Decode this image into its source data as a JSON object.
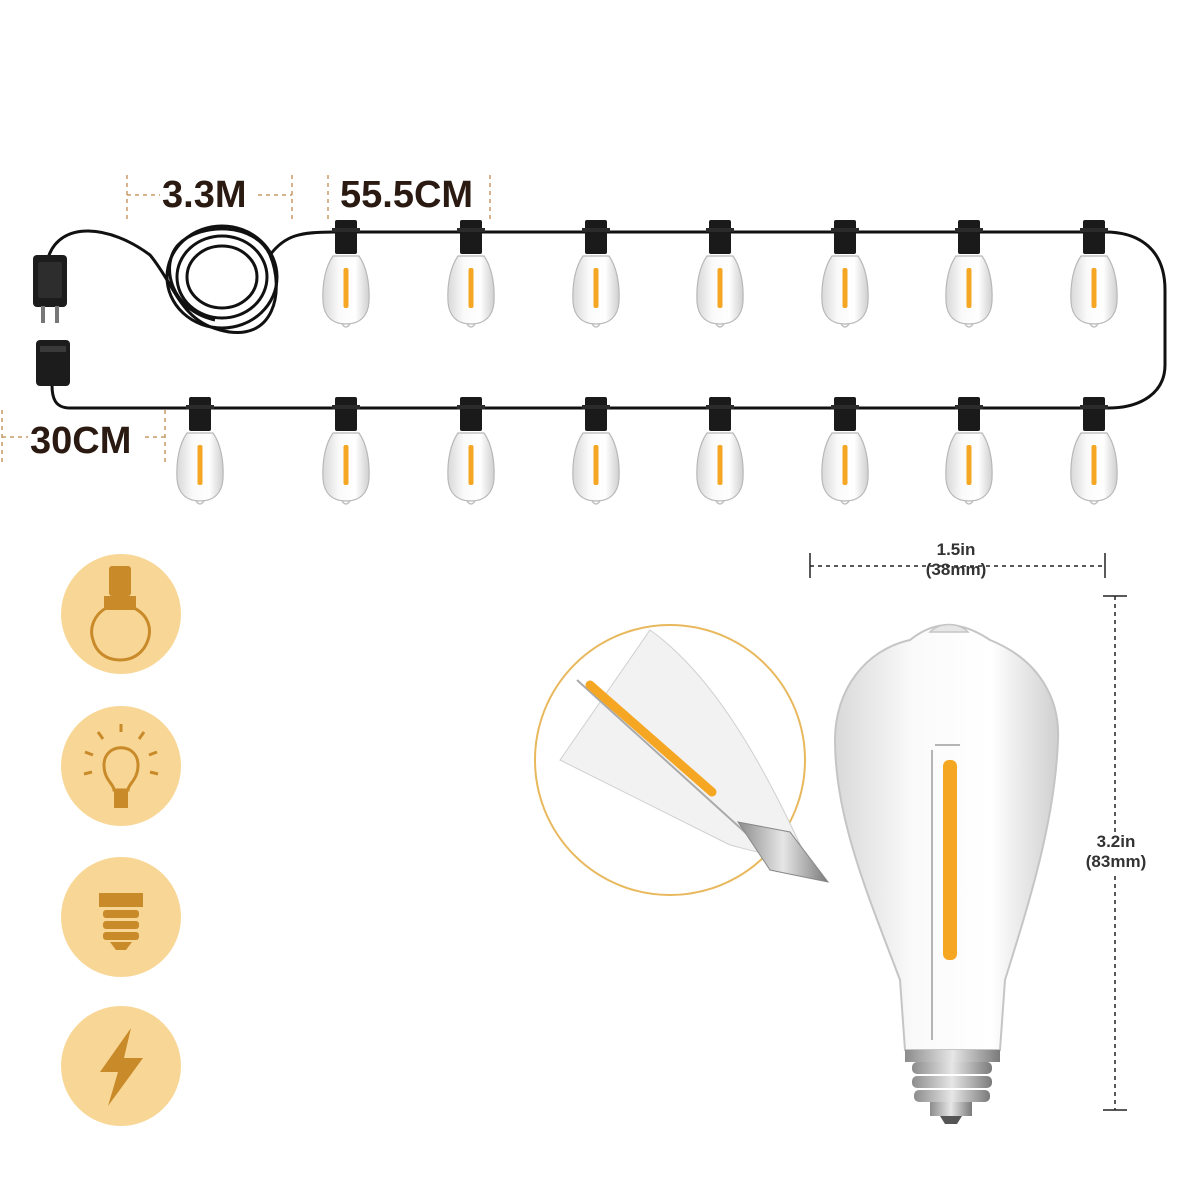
{
  "dimensions": {
    "lead_cord": "3.3M",
    "bulb_spacing": "55.5CM",
    "end_cord": "30CM",
    "bulb_width": "1.5in",
    "bulb_width_metric": "(38mm)",
    "bulb_height": "3.2in",
    "bulb_height_metric_open": "(",
    "bulb_height_metric": "83mm",
    "bulb_height_metric_close": ")"
  },
  "colors": {
    "filament": "#f5a623",
    "icon_circle": "#f8d796",
    "icon_stroke": "#c98a2a",
    "cable": "#111111"
  },
  "feature_icons": [
    "bulb-outline-icon",
    "glowing-bulb-icon",
    "e12-base-icon",
    "lightning-icon"
  ]
}
